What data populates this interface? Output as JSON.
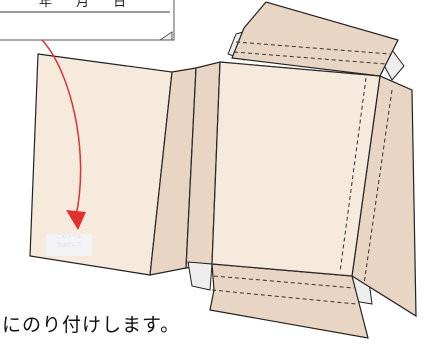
{
  "callout": {
    "date_label": "年 月 日"
  },
  "caption": "にのり付けします。",
  "sticker": {
    "line1": "このラベル",
    "line2": "をはがして"
  },
  "colors": {
    "panel": "#f5eadc",
    "flap": "#e9d5c3",
    "flap_dark": "#e3cbb6",
    "outline": "#222222",
    "fold_line": "#333333",
    "arrow": "#e0312d",
    "tab_gray": "#eeeeee",
    "sticker": "#f2f2f5"
  },
  "icons": [
    "red-arrow-icon",
    "fold-line-icon"
  ]
}
